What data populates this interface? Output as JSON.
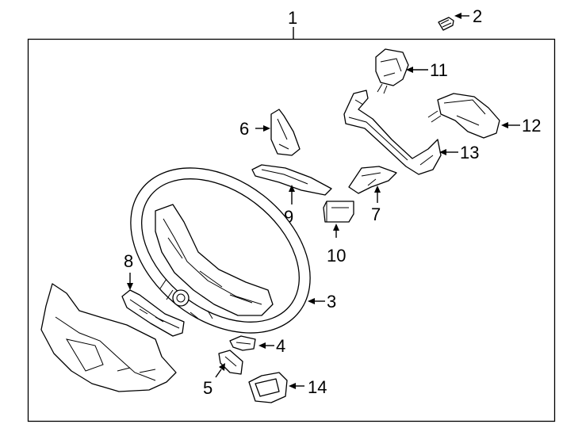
{
  "diagram": {
    "type": "exploded parts diagram",
    "subject": "steering wheel assembly",
    "callouts": {
      "c1": "1",
      "c2": "2",
      "c3": "3",
      "c4": "4",
      "c5": "5",
      "c6": "6",
      "c7": "7",
      "c8": "8",
      "c9": "9",
      "c10": "10",
      "c11": "11",
      "c12": "12",
      "c13": "13",
      "c14": "14"
    }
  }
}
